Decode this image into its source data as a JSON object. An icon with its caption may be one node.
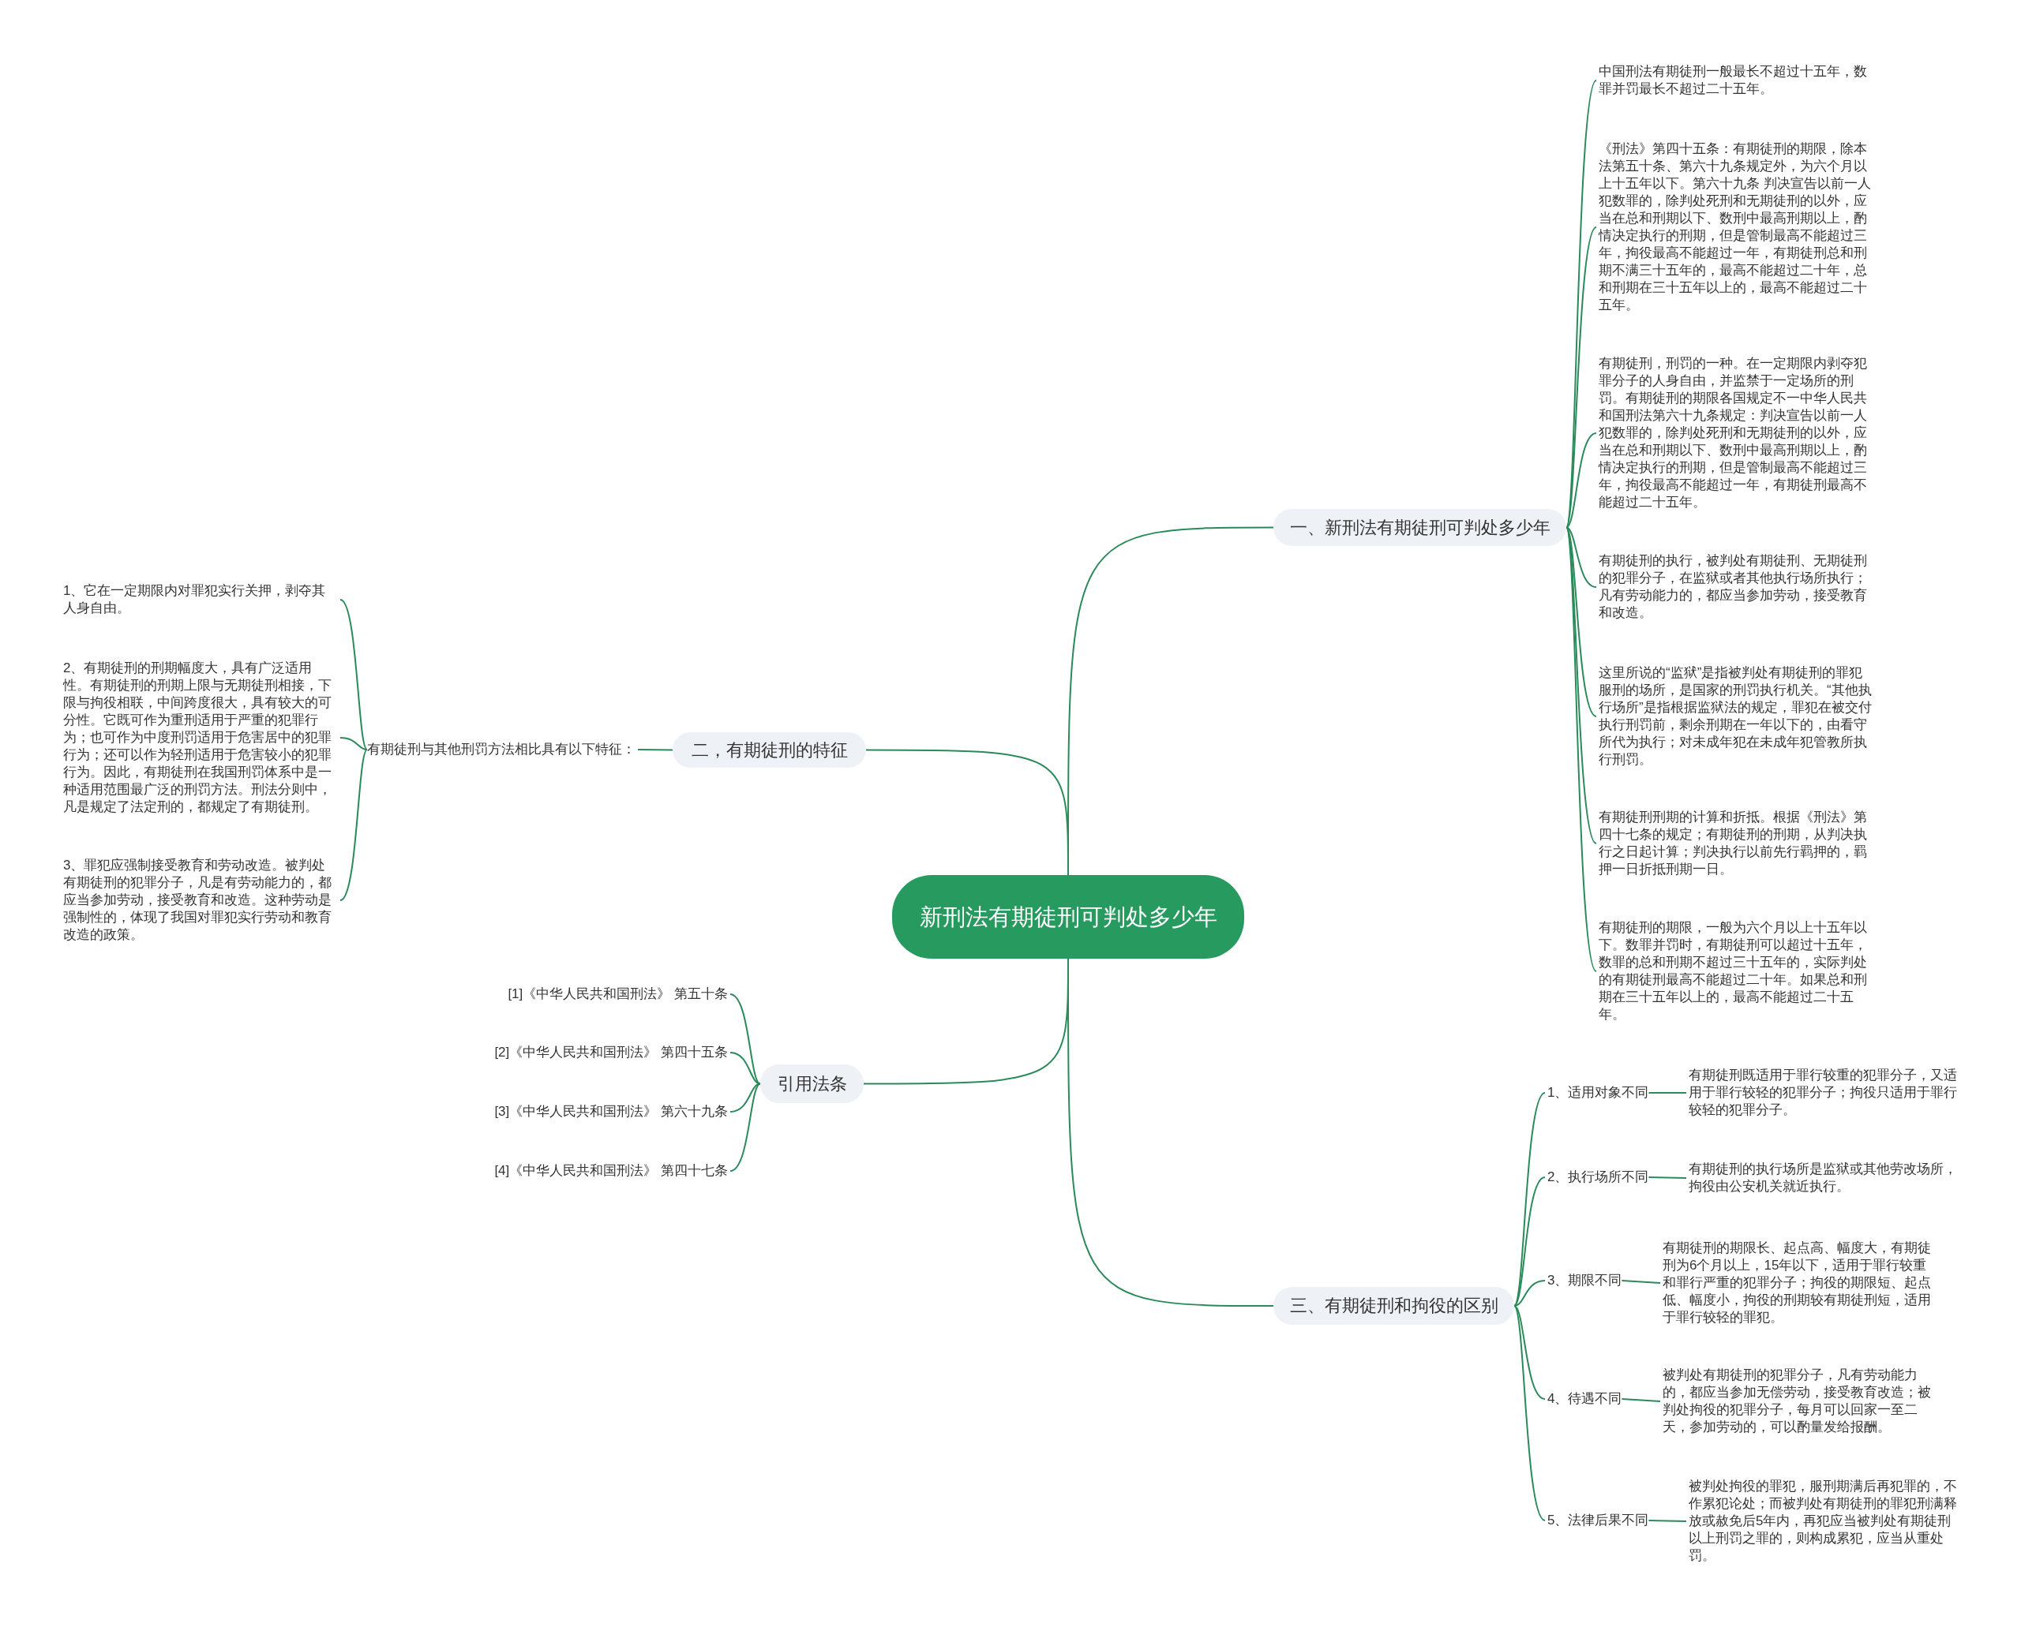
{
  "diagram": {
    "nodes": [
      {
        "text": [
          "新刑法有期徒刑可判处多少年"
        ]
      },
      {
        "text": [
          "一、新刑法有期徒刑可判处多少年"
        ]
      },
      {
        "text": [
          "中国刑法有期徒刑一般最长不超过十五年，数罪并罚最长不超过二十五年。"
        ]
      },
      {
        "text": [
          "《刑法》第四十五条：有期徒刑的期限，除本法第五十条、第六十九条规定外，为六个月以上十五年以下。第六十九条 判决宣告以前一人犯数罪的，除判处死刑和无期徒刑的以外，应当在总和刑期以下、数刑中最高刑期以上，酌情决定执行的刑期，但是管制最高不能超过三年，拘役最高不能超过一年，有期徒刑总和刑期不满三十五年的，最高不能超过二十年，总和刑期在三十五年以上的，最高不能超过二十五年。"
        ]
      },
      {
        "text": [
          "有期徒刑，刑罚的一种。在一定期限内剥夺犯罪分子的人身自由，并监禁于一定场所的刑罚。有期徒刑的期限各国规定不一中华人民共和国刑法第六十九条规定：判决宣告以前一人犯数罪的，除判处死刑和无期徒刑的以外，应当在总和刑期以下、数刑中最高刑期以上，酌情决定执行的刑期，但是管制最高不能超过三年，拘役最高不能超过一年，有期徒刑最高不能超过二十五年。"
        ]
      },
      {
        "text": [
          "有期徒刑的执行，被判处有期徒刑、无期徒刑的犯罪分子，在监狱或者其他执行场所执行；凡有劳动能力的，都应当参加劳动，接受教育和改造。"
        ]
      },
      {
        "text": [
          "这里所说的“监狱”是指被判处有期徒刑的罪犯服刑的场所，是国家的刑罚执行机关。“其他执行场所”是指根据监狱法的规定，罪犯在被交付执行刑罚前，剩余刑期在一年以下的，由看守所代为执行；对未成年犯在未成年犯管教所执行刑罚。"
        ]
      },
      {
        "text": [
          "有期徒刑刑期的计算和折抵。根据《刑法》第四十七条的规定；有期徒刑的刑期，从判决执行之日起计算；判决执行以前先行羁押的，羁押一日折抵刑期一日。"
        ]
      },
      {
        "text": [
          "有期徒刑的期限，一般为六个月以上十五年以下。数罪并罚时，有期徒刑可以超过十五年，数罪的总和刑期不超过三十五年的，实际判处的有期徒刑最高不能超过二十年。如果总和刑期在三十五年以上的，最高不能超过二十五年。"
        ]
      },
      {
        "text": [
          "二，有期徒刑的特征"
        ]
      },
      {
        "text": [
          "有期徒刑与其他刑罚方法相比具有以下特征："
        ]
      },
      {
        "text": [
          "1、它在一定期限内对罪犯实行关押，剥夺其人身自由。"
        ]
      },
      {
        "text": [
          "2、有期徒刑的刑期幅度大，具有广泛适用性。有期徒刑的刑期上限与无期徒刑相接，下限与拘役相联，中间跨度很大，具有较大的可分性。它既可作为重刑适用于严重的犯罪行为；也可作为中度刑罚适用于危害居中的犯罪行为；还可以作为轻刑适用于危害较小的犯罪行为。因此，有期徒刑在我国刑罚体系中是一种适用范围最广泛的刑罚方法。刑法分则中，凡是规定了法定刑的，都规定了有期徒刑。"
        ]
      },
      {
        "text": [
          "3、罪犯应强制接受教育和劳动改造。被判处有期徒刑的犯罪分子，凡是有劳动能力的，都应当参加劳动，接受教育和改造。这种劳动是强制性的，体现了我国对罪犯实行劳动和教育改造的政策。"
        ]
      },
      {
        "text": [
          "引用法条"
        ]
      },
      {
        "text": [
          "[1]《中华人民共和国刑法》 第五十条"
        ]
      },
      {
        "text": [
          "[2]《中华人民共和国刑法》 第四十五条"
        ]
      },
      {
        "text": [
          "[3]《中华人民共和国刑法》 第六十九条"
        ]
      },
      {
        "text": [
          "[4]《中华人民共和国刑法》 第四十七条"
        ]
      },
      {
        "text": [
          "三、有期徒刑和拘役的区别"
        ]
      },
      {
        "text": [
          "1、适用对象不同"
        ]
      },
      {
        "text": [
          "2、执行场所不同"
        ]
      },
      {
        "text": [
          "3、期限不同"
        ]
      },
      {
        "text": [
          "4、待遇不同"
        ]
      },
      {
        "text": [
          "5、法律后果不同"
        ]
      },
      {
        "text": [
          "有期徒刑既适用于罪行较重的犯罪分子，又适用于罪行较轻的犯罪分子；拘役只适用于罪行较轻的犯罪分子。"
        ]
      },
      {
        "text": [
          "有期徒刑的执行场所是监狱或其他劳改场所，拘役由公安机关就近执行。"
        ]
      },
      {
        "text": [
          "有期徒刑的期限长、起点高、幅度大，有期徒刑为6个月以上，15年以下，适用于罪行较重和罪行严重的犯罪分子；拘役的期限短、起点低、幅度小，拘役的刑期较有期徒刑短，适用于罪行较轻的罪犯。"
        ]
      },
      {
        "text": [
          "被判处有期徒刑的犯罪分子，凡有劳动能力的，都应当参加无偿劳动，接受教育改造；被判处拘役的犯罪分子，每月可以回家一至二天，参加劳动的，可以酌量发给报酬。"
        ]
      },
      {
        "text": [
          "被判处拘役的罪犯，服刑期满后再犯罪的，不作累犯论处；而被判处有期徒刑的罪犯刑满释放或赦免后5年内，再犯应当被判处有期徒刑以上刑罚之罪的，则构成累犯，应当从重处罚。"
        ]
      }
    ],
    "edges": [
      {
        "from": 0,
        "to": 1,
        "arrow": "none"
      },
      {
        "from": 1,
        "to": 2,
        "arrow": "none"
      },
      {
        "from": 1,
        "to": 3,
        "arrow": "none"
      },
      {
        "from": 1,
        "to": 4,
        "arrow": "none"
      },
      {
        "from": 1,
        "to": 5,
        "arrow": "none"
      },
      {
        "from": 1,
        "to": 6,
        "arrow": "none"
      },
      {
        "from": 1,
        "to": 7,
        "arrow": "none"
      },
      {
        "from": 1,
        "to": 8,
        "arrow": "none"
      },
      {
        "from": 0,
        "to": 9,
        "arrow": "none"
      },
      {
        "from": 9,
        "to": 10,
        "arrow": "none"
      },
      {
        "from": 10,
        "to": 11,
        "arrow": "none"
      },
      {
        "from": 10,
        "to": 12,
        "arrow": "none"
      },
      {
        "from": 10,
        "to": 13,
        "arrow": "none"
      },
      {
        "from": 0,
        "to": 14,
        "arrow": "none"
      },
      {
        "from": 14,
        "to": 15,
        "arrow": "none"
      },
      {
        "from": 14,
        "to": 16,
        "arrow": "none"
      },
      {
        "from": 14,
        "to": 17,
        "arrow": "none"
      },
      {
        "from": 14,
        "to": 18,
        "arrow": "none"
      },
      {
        "from": 0,
        "to": 19,
        "arrow": "none"
      },
      {
        "from": 19,
        "to": 20,
        "arrow": "none"
      },
      {
        "from": 19,
        "to": 21,
        "arrow": "none"
      },
      {
        "from": 19,
        "to": 22,
        "arrow": "none"
      },
      {
        "from": 19,
        "to": 23,
        "arrow": "none"
      },
      {
        "from": 19,
        "to": 24,
        "arrow": "none"
      },
      {
        "from": 20,
        "to": 25,
        "arrow": "none"
      },
      {
        "from": 21,
        "to": 26,
        "arrow": "none"
      },
      {
        "from": 22,
        "to": 27,
        "arrow": "none"
      },
      {
        "from": 23,
        "to": 28,
        "arrow": "none"
      },
      {
        "from": 24,
        "to": 29,
        "arrow": "none"
      }
    ]
  }
}
